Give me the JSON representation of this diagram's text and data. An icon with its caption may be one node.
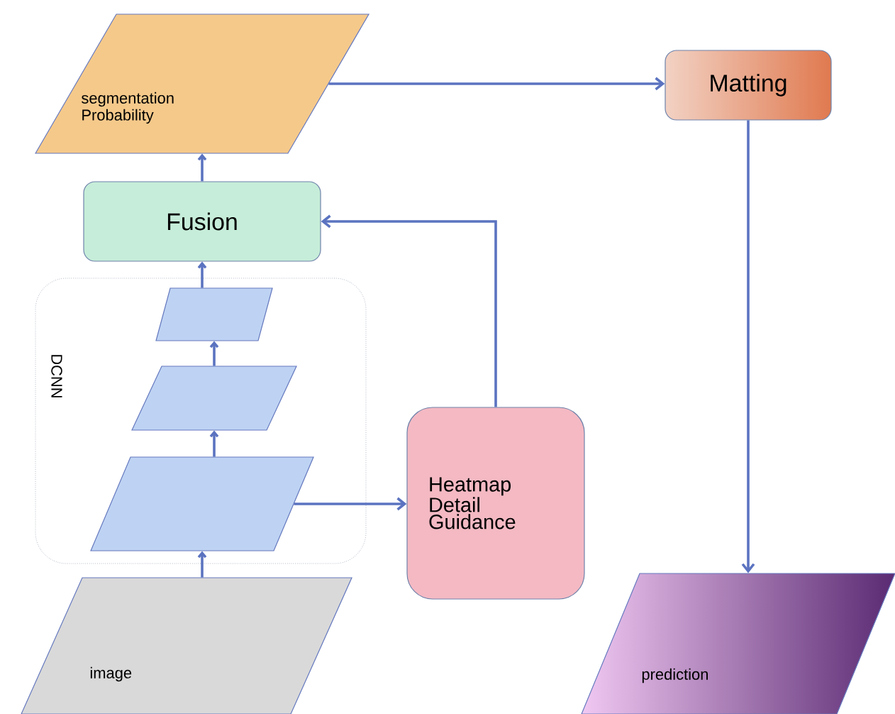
{
  "diagram": {
    "nodes": [
      {
        "text": [
          "segmentation Probability"
        ]
      },
      {
        "text": [
          "Matting"
        ]
      },
      {
        "text": [
          "Fusion"
        ]
      },
      {
        "text": [
          "DCNN"
        ]
      },
      {
        "text": [],
        "shape": "parallelogram",
        "in": 3
      },
      {
        "text": [],
        "shape": "parallelogram",
        "in": 3
      },
      {
        "text": [],
        "shape": "parallelogram",
        "in": 3
      },
      {
        "text": [
          "Heatmap Detail Guidance"
        ]
      },
      {
        "text": [
          "image"
        ]
      },
      {
        "text": [
          "prediction"
        ]
      }
    ],
    "edges": [
      {
        "from": 0,
        "to": 1,
        "arrow": "to"
      },
      {
        "from": 1,
        "to": 9,
        "arrow": "to"
      },
      {
        "from": 7,
        "to": 2,
        "arrow": "to"
      },
      {
        "from": 6,
        "to": 7,
        "arrow": "to"
      },
      {
        "from": 2,
        "to": 0,
        "arrow": "to"
      },
      {
        "from": 4,
        "to": 2,
        "arrow": "to"
      },
      {
        "from": 5,
        "to": 4,
        "arrow": "to"
      },
      {
        "from": 6,
        "to": 5,
        "arrow": "to"
      },
      {
        "from": 8,
        "to": 6,
        "arrow": "to"
      }
    ]
  }
}
